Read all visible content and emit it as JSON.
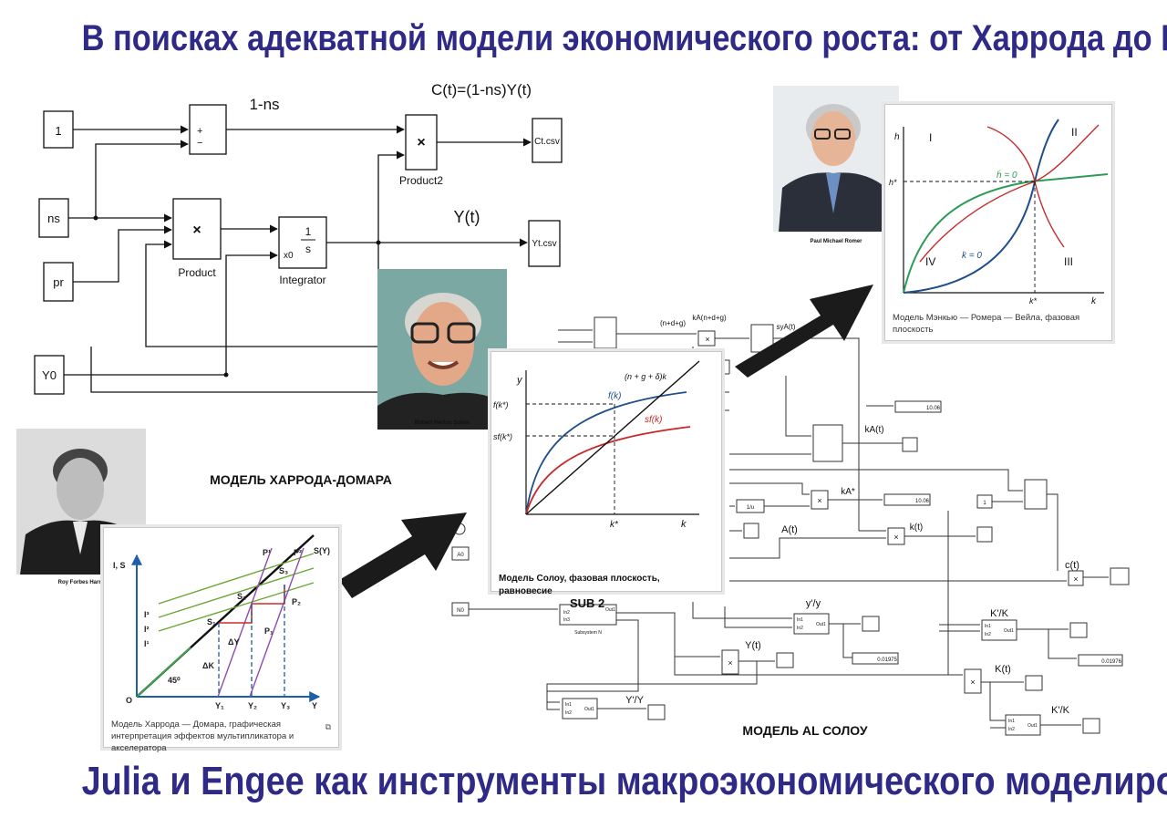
{
  "title_top": "В поисках адекватной  модели экономического роста: от Харрода до Ромера",
  "title_bottom": "Julia и Engee как инструменты макроэкономического моделирования",
  "harrod_simulink": {
    "label_1ns": "1-ns",
    "label_Ct_formula": "C(t)=(1-ns)Y(t)",
    "label_Yt": "Y(t)",
    "const_1": "1",
    "const_ns": "ns",
    "const_pr": "pr",
    "const_Y0": "Y0",
    "product_block": "×",
    "product_label": "Product",
    "product2_label": "Product2",
    "integrator_label": "Integrator",
    "integrator_num": "1",
    "integrator_den": "s",
    "integrator_x0": "x0",
    "ct_csv": "Ct.csv",
    "yt_csv": "Yt.csv",
    "model_title": "МОДЕЛЬ ХАРРОДА-ДОМАРА"
  },
  "photos": {
    "solow": "Robert Merton Solow",
    "romer": "Paul Michael Romer",
    "harrod": "Roy Forbes Harro"
  },
  "harrod_chart": {
    "caption": "Модель Харрода — Домара, графическая интерпретация эффектов мультипликатора и акселератора",
    "y_axis": "I, S",
    "x_axis": "Y",
    "origin": "O",
    "I1": "I¹",
    "I2": "I²",
    "I3": "I³",
    "S1": "S₁",
    "S2": "S₂",
    "S3": "S₃",
    "P1": "P₁",
    "P2": "P₂",
    "P1_top": "P¹",
    "P2_top": "P²",
    "SY": "S(Y)",
    "dY": "ΔY",
    "dK": "ΔK",
    "angle": "45⁰",
    "Y1": "Y₁",
    "Y2": "Y₂",
    "Y3": "Y₃"
  },
  "solow_chart": {
    "caption": "Модель Солоу, фазовая плоскость, равновесие",
    "y": "y",
    "k": "k",
    "kstar": "k*",
    "fk": "f(k)",
    "sfk": "sf(k)",
    "fkstar": "f(k*)",
    "sfkstar": "sf(k*)",
    "line": "(n + g + δ)k"
  },
  "romer_chart": {
    "caption": "Модель Мэнкью — Ромера — Вейла, фазовая плоскость",
    "h": "h",
    "k": "k",
    "hstar": "h*",
    "kstar": "k*",
    "hdot": "ḣ = 0",
    "kdot": "k̇ = 0",
    "I": "I",
    "II": "II",
    "III": "III",
    "IV": "IV"
  },
  "al_solow": {
    "model_title": "МОДЕЛЬ AL СОЛОУ",
    "n_d_g": "(n+d+g)",
    "kA_ndg": "kA(n+d+g)",
    "syA": "syA(t)",
    "kA": "kA(t)",
    "kA_star": "kA*",
    "k": "k(t)",
    "A": "A(t)",
    "c": "c(t)",
    "y_over_y": "y'/y",
    "Y": "Y(t)",
    "K_over_K": "K'/K",
    "K": "K(t)",
    "Y_over_Y": "Y'/Y",
    "Kk_over_K": "K'/K",
    "disp_1006a": "10.06",
    "disp_1006b": "10.06",
    "disp_001975": "0.01975",
    "disp_001976": "0.01976",
    "const_1": "1",
    "const_A0": "A0",
    "const_N0": "N0",
    "subsystem_n": "Subsystem N",
    "sub2": "SUB 2",
    "in1": "In1",
    "in2": "In2",
    "in3": "In3",
    "out1": "Out1",
    "one_over_u": "1/u"
  }
}
